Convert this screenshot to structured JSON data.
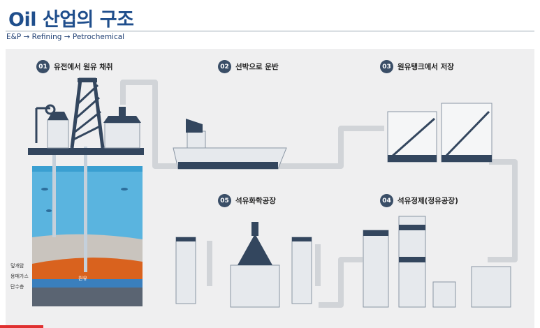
{
  "title": "Oil 산업의 구조",
  "subtitle": "E&P → Refining → Petrochemical",
  "steps": [
    {
      "num": "01",
      "label": "유전에서 원유 채취"
    },
    {
      "num": "02",
      "label": "선박으로 운반"
    },
    {
      "num": "03",
      "label": "원유탱크에서 저장"
    },
    {
      "num": "04",
      "label": "석유정제(정유공장)"
    },
    {
      "num": "05",
      "label": "석유화학공장"
    }
  ],
  "layers": [
    "덮개암",
    "용매가스",
    "단수층"
  ],
  "crude_label": "원유",
  "colors": {
    "title": "#1f4e8c",
    "badge": "#3a4e67",
    "sea": "#5ab4df",
    "oil": "#d9621e",
    "pipe": "#cfd2d6",
    "steel": "#33465e"
  },
  "video_progress": 0.08
}
